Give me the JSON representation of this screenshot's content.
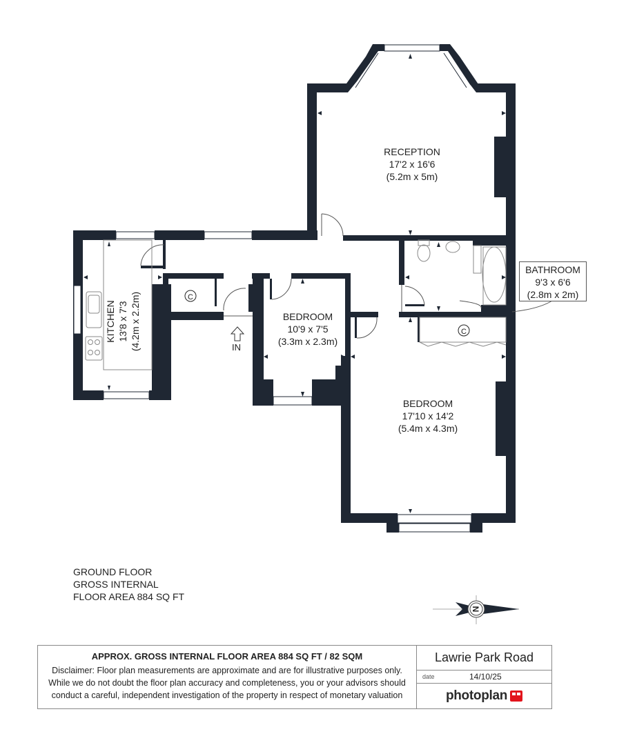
{
  "rooms": {
    "reception": {
      "name": "RECEPTION",
      "imperial": "17'2 x 16'6",
      "metric": "(5.2m x 5m)"
    },
    "kitchen": {
      "name": "KITCHEN",
      "imperial": "13'8 x 7'3",
      "metric": "(4.2m x 2.2m)"
    },
    "bedroom_small": {
      "name": "BEDROOM",
      "imperial": "10'9 x 7'5",
      "metric": "(3.3m x 2.3m)"
    },
    "bedroom_large": {
      "name": "BEDROOM",
      "imperial": "17'10 x 14'2",
      "metric": "(5.4m x 4.3m)"
    },
    "bathroom": {
      "name": "BATHROOM",
      "imperial": "9'3 x 6'6",
      "metric": "(2.8m x 2m)"
    }
  },
  "entrance": {
    "label": "IN"
  },
  "cupboard_symbol": "©",
  "floor_info": {
    "line1": "GROUND FLOOR",
    "line2": "GROSS INTERNAL",
    "line3": "FLOOR AREA 884 SQ FT"
  },
  "compass": {
    "label": "N"
  },
  "footer": {
    "title": "APPROX. GROSS INTERNAL FLOOR AREA 884 SQ FT / 82 SQM",
    "disclaimer_1": "Disclaimer: Floor plan measurements are approximate and are for illustrative purposes only.",
    "disclaimer_2": "While we do not doubt the floor plan accuracy and completeness, you or your advisors should",
    "disclaimer_3": "conduct a careful, independent investigation of the property in respect of monetary valuation",
    "address": "Lawrie Park Road",
    "date_label": "date",
    "date_value": "14/10/25",
    "brand": "photoplan",
    "brand_color": "#e2141c"
  },
  "colors": {
    "wall": "#1f2733"
  }
}
